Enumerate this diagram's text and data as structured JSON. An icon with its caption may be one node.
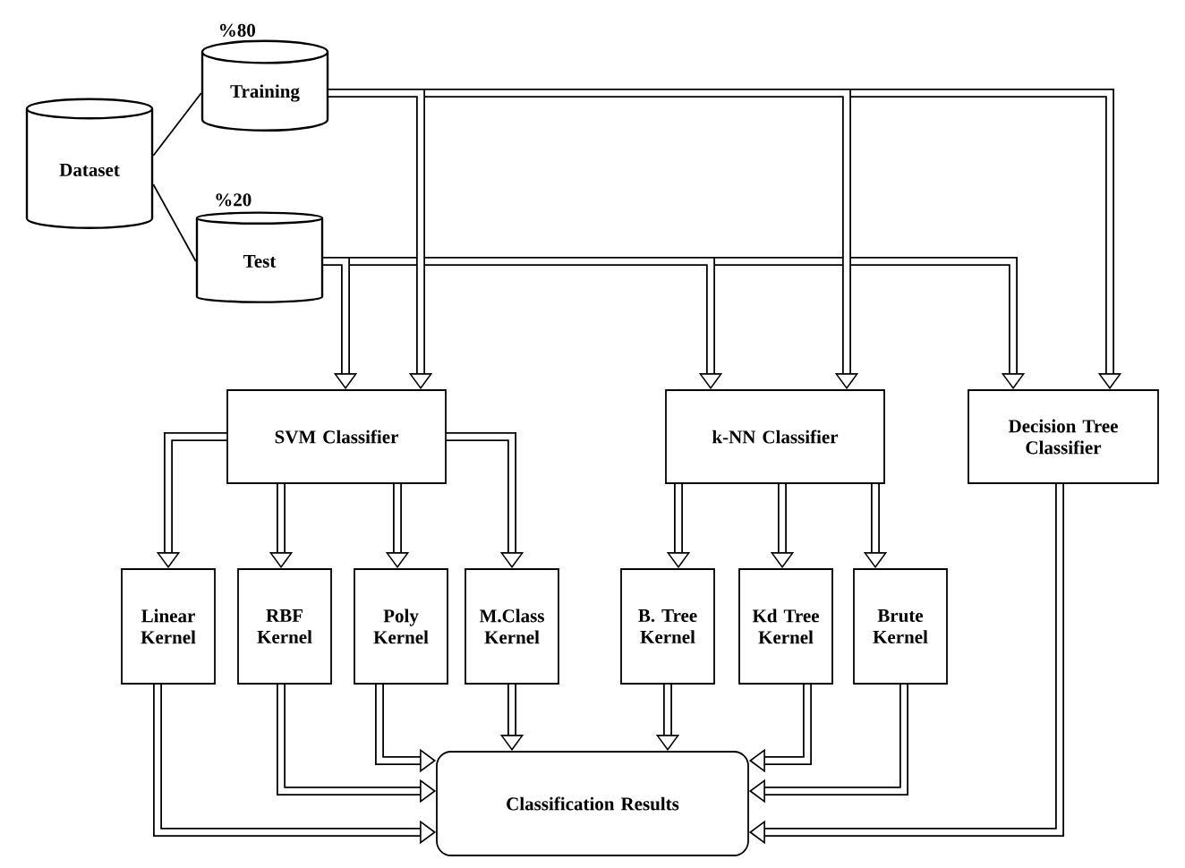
{
  "diagram": {
    "nodes": [
      {
        "text": [
          "Dataset"
        ]
      },
      {
        "text": [
          "Training"
        ],
        "beside": [
          "%80"
        ]
      },
      {
        "text": [
          "Test"
        ],
        "beside": [
          "%20"
        ]
      },
      {
        "text": [
          "SVM Classifier"
        ]
      },
      {
        "text": [
          "k-NN  Classifier"
        ]
      },
      {
        "text": [
          "Decision Tree Classifier"
        ]
      },
      {
        "text": [
          "Linear Kernel"
        ]
      },
      {
        "text": [
          "RBF Kernel"
        ]
      },
      {
        "text": [
          "Poly Kernel"
        ]
      },
      {
        "text": [
          "M.Class Kernel"
        ]
      },
      {
        "text": [
          "B. Tree Kernel"
        ]
      },
      {
        "text": [
          "Kd Tree Kernel"
        ]
      },
      {
        "text": [
          "Brute Kernel"
        ]
      },
      {
        "text": [
          "Classification Results"
        ]
      }
    ],
    "edges": [
      {
        "from": 0,
        "to": 1,
        "arrow": "none"
      },
      {
        "from": 0,
        "to": 2,
        "arrow": "none"
      },
      {
        "from": 1,
        "to": 3,
        "arrow": "to"
      },
      {
        "from": 1,
        "to": 4,
        "arrow": "to"
      },
      {
        "from": 1,
        "to": 5,
        "arrow": "to"
      },
      {
        "from": 2,
        "to": 3,
        "arrow": "to"
      },
      {
        "from": 2,
        "to": 4,
        "arrow": "to"
      },
      {
        "from": 2,
        "to": 5,
        "arrow": "to"
      },
      {
        "from": 3,
        "to": 6,
        "arrow": "to"
      },
      {
        "from": 3,
        "to": 7,
        "arrow": "to"
      },
      {
        "from": 3,
        "to": 8,
        "arrow": "to"
      },
      {
        "from": 3,
        "to": 9,
        "arrow": "to"
      },
      {
        "from": 4,
        "to": 10,
        "arrow": "to"
      },
      {
        "from": 4,
        "to": 11,
        "arrow": "to"
      },
      {
        "from": 4,
        "to": 12,
        "arrow": "to"
      },
      {
        "from": 6,
        "to": 13,
        "arrow": "to"
      },
      {
        "from": 7,
        "to": 13,
        "arrow": "to"
      },
      {
        "from": 8,
        "to": 13,
        "arrow": "to"
      },
      {
        "from": 9,
        "to": 13,
        "arrow": "to"
      },
      {
        "from": 10,
        "to": 13,
        "arrow": "to"
      },
      {
        "from": 11,
        "to": 13,
        "arrow": "to"
      },
      {
        "from": 12,
        "to": 13,
        "arrow": "to"
      },
      {
        "from": 5,
        "to": 13,
        "arrow": "to"
      }
    ]
  }
}
